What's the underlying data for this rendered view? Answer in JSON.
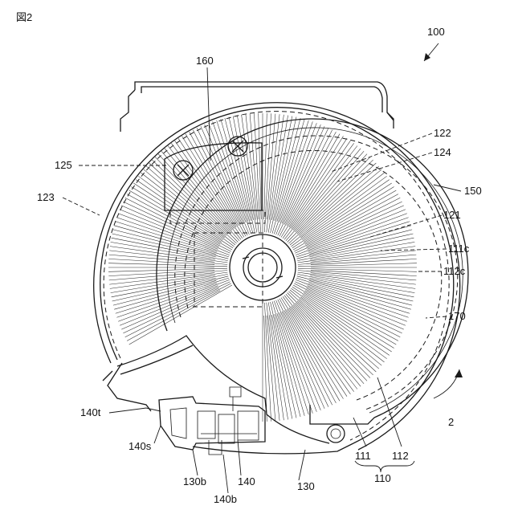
{
  "figure": {
    "title": "図2",
    "assembly_ref": "100",
    "rotation_ref": "2"
  },
  "labels": {
    "l160": "160",
    "l122": "122",
    "l124": "124",
    "l125": "125",
    "l123": "123",
    "l150": "150",
    "l121": "121",
    "l111c": "111c",
    "l112c": "112c",
    "l170": "170",
    "l140t": "140t",
    "l140s": "140s",
    "l130b": "130b",
    "l140": "140",
    "l140b": "140b",
    "l130": "130",
    "l111": "111",
    "l112": "112",
    "l110": "110"
  }
}
